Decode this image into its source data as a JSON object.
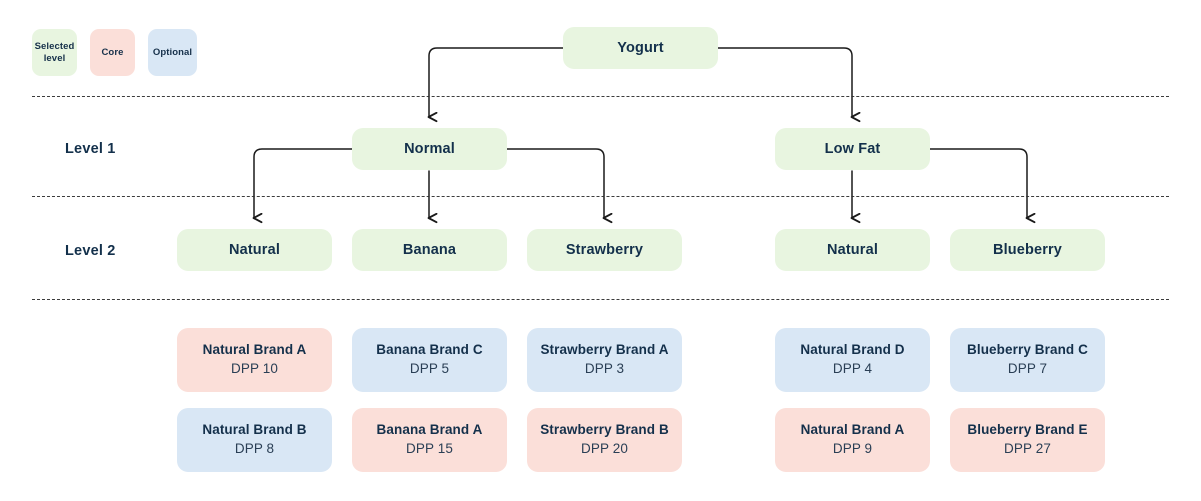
{
  "legend": {
    "items": [
      {
        "label": "Selected level",
        "color": "#e8f5e0",
        "name": "selected-level"
      },
      {
        "label": "Core",
        "color": "#fbdfd9",
        "name": "core"
      },
      {
        "label": "Optional",
        "color": "#d9e7f5",
        "name": "optional"
      }
    ]
  },
  "colors": {
    "selected_level": "#e8f5e0",
    "core": "#fbdfd9",
    "optional": "#d9e7f5",
    "text": "#13304b",
    "connector": "#1a1a1a",
    "divider": "#2c2c2c",
    "background": "#ffffff"
  },
  "levels": [
    {
      "label": "Level 1"
    },
    {
      "label": "Level 2"
    }
  ],
  "root": {
    "label": "Yogurt"
  },
  "level1": [
    {
      "label": "Normal"
    },
    {
      "label": "Low Fat"
    }
  ],
  "level2": [
    {
      "label": "Natural"
    },
    {
      "label": "Banana"
    },
    {
      "label": "Strawberry"
    },
    {
      "label": "Natural"
    },
    {
      "label": "Blueberry"
    }
  ],
  "products": [
    {
      "title": "Natural Brand A",
      "dpp": "DPP 10",
      "type": "core"
    },
    {
      "title": "Banana Brand C",
      "dpp": "DPP 5",
      "type": "optional"
    },
    {
      "title": "Strawberry Brand A",
      "dpp": "DPP 3",
      "type": "optional"
    },
    {
      "title": "Natural Brand D",
      "dpp": "DPP 4",
      "type": "optional"
    },
    {
      "title": "Blueberry Brand C",
      "dpp": "DPP 7",
      "type": "optional"
    },
    {
      "title": "Natural Brand B",
      "dpp": "DPP 8",
      "type": "optional"
    },
    {
      "title": "Banana Brand A",
      "dpp": "DPP 15",
      "type": "core"
    },
    {
      "title": "Strawberry Brand B",
      "dpp": "DPP 20",
      "type": "core"
    },
    {
      "title": "Natural Brand A",
      "dpp": "DPP 9",
      "type": "core"
    },
    {
      "title": "Blueberry Brand E",
      "dpp": "DPP 27",
      "type": "core"
    }
  ]
}
